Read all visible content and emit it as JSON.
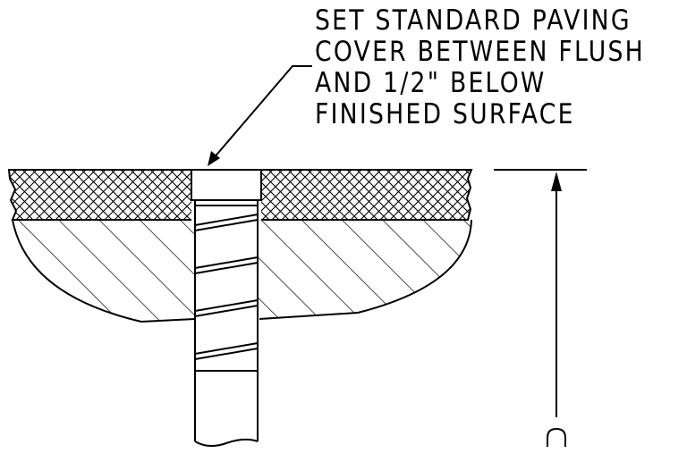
{
  "callout": {
    "lines": [
      "SET STANDARD PAVING",
      "COVER BETWEEN FLUSH",
      "AND 1/2\" BELOW",
      "FINISHED SURFACE"
    ]
  },
  "colors": {
    "ink": "#000000",
    "background": "#ffffff"
  }
}
